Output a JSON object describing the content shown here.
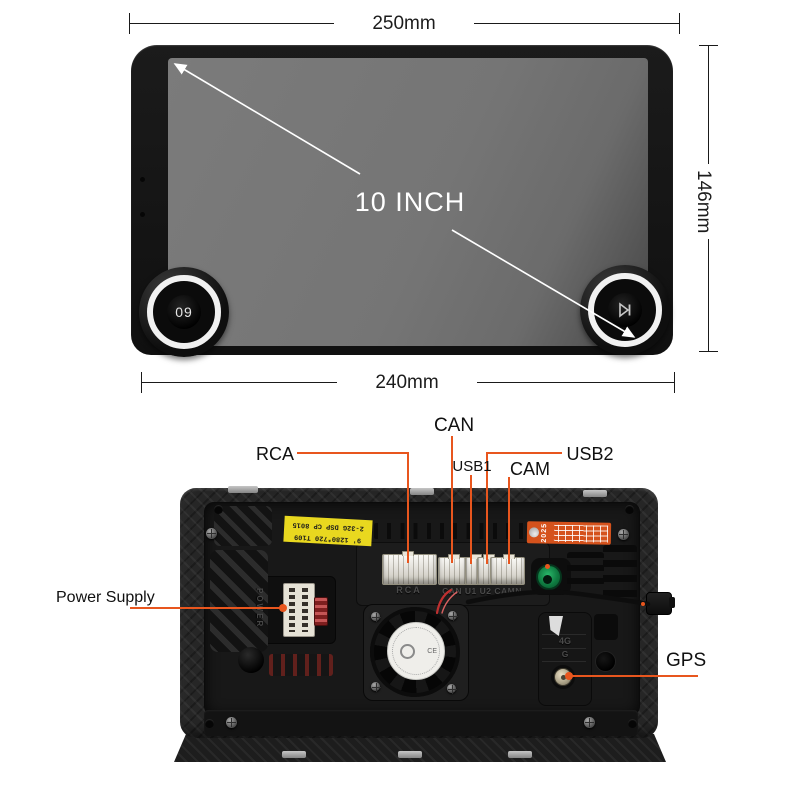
{
  "annotation_color": "#e8561e",
  "front": {
    "dim_top": "250mm",
    "dim_right": "146mm",
    "dim_bottom": "240mm",
    "screen_size_label": "10 INCH",
    "left_knob_label": "09"
  },
  "back": {
    "port_labels": {
      "rca": "RCA",
      "can": "CAN",
      "usb1": "USB1",
      "usb2": "USB2",
      "cam": "CAM",
      "power": "Power Supply",
      "gps": "GPS"
    },
    "embossed": {
      "rca": "RCA",
      "connector_row": "CAN U1 U2 CAMN",
      "power": "POWER",
      "four_g": "4G",
      "g": "G"
    },
    "yellow_sticker": {
      "line1": "9' 1280*720 T109",
      "line2": "2-32G DSP CP 8015"
    },
    "orange_sticker_code": "2025",
    "fan_label_ce": "CE"
  }
}
